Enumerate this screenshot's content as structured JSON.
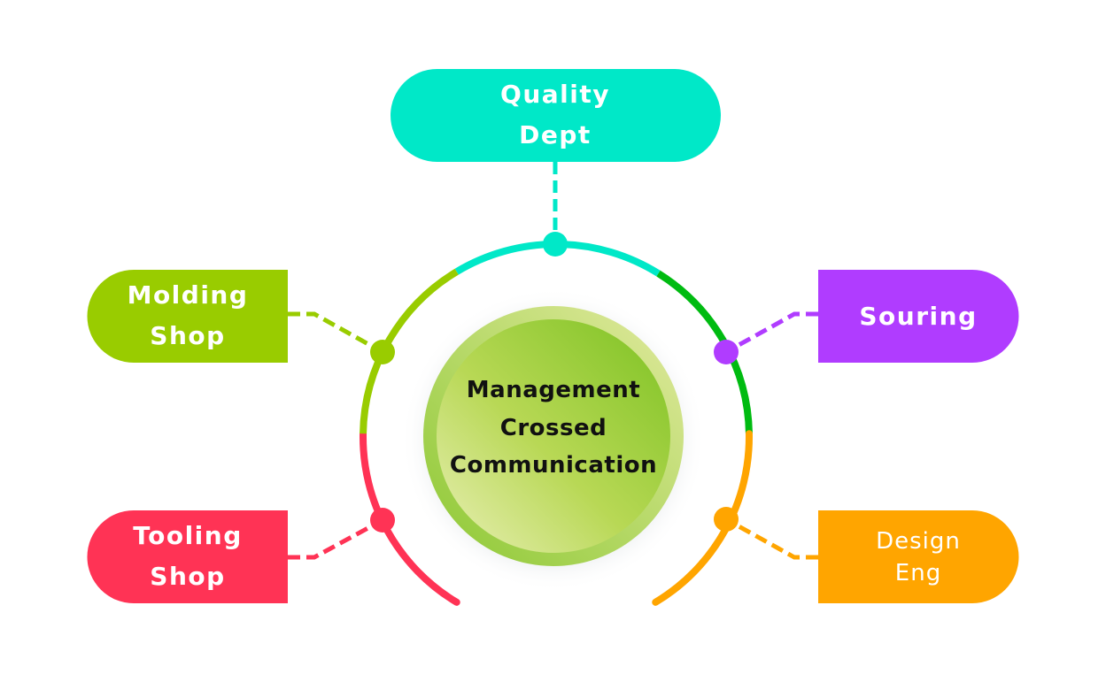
{
  "diagram": {
    "type": "hub-and-spoke",
    "center": {
      "lines": [
        "Management",
        "Crossed",
        "Communication"
      ],
      "colors": {
        "outer": "#c4e06a",
        "inner": "#8cc832",
        "text": "#111111"
      }
    },
    "nodes": [
      {
        "id": "quality",
        "lines": [
          "Quality",
          "Dept"
        ],
        "color": "#00e8c8"
      },
      {
        "id": "souring",
        "lines": [
          "Souring"
        ],
        "color": "#b03cff"
      },
      {
        "id": "design",
        "lines": [
          "Design",
          "Eng"
        ],
        "color": "#ffa500"
      },
      {
        "id": "tooling",
        "lines": [
          "Tooling",
          "Shop"
        ],
        "color": "#ff3355"
      },
      {
        "id": "molding",
        "lines": [
          "Molding",
          "Shop"
        ],
        "color": "#99cc00"
      }
    ],
    "ring_segments": [
      {
        "name": "cyan",
        "color": "#00e8c8"
      },
      {
        "name": "green",
        "color": "#00bb11"
      },
      {
        "name": "orange",
        "color": "#ffa500"
      },
      {
        "name": "red",
        "color": "#ff3355"
      },
      {
        "name": "lime",
        "color": "#99cc00"
      }
    ]
  }
}
